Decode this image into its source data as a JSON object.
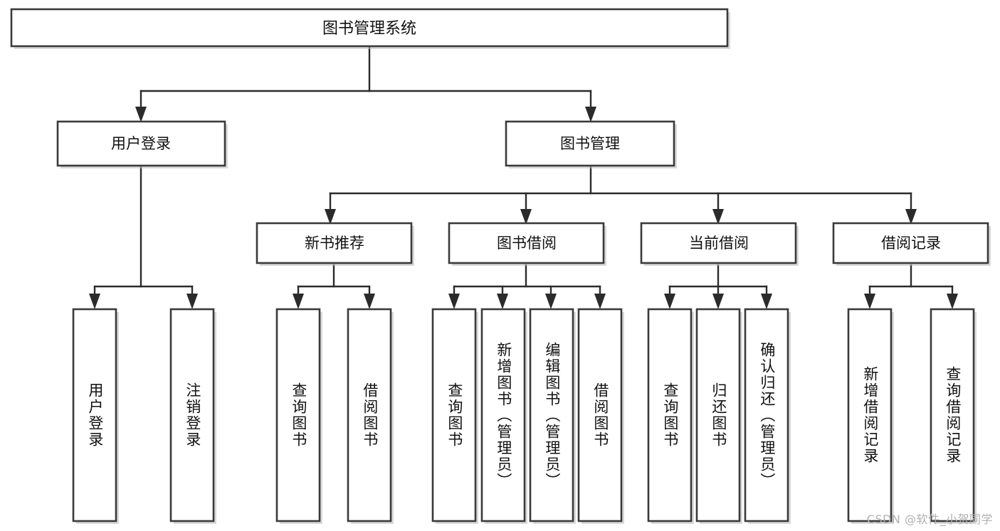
{
  "diagram": {
    "title": "图书管理系统",
    "type": "tree-hierarchy",
    "watermark": "CSDN @软件_小贺同学",
    "colors": {
      "box_border": "#3a3a3a",
      "box_fill": "#ffffff",
      "edge": "#2b2b2b",
      "text": "#111111",
      "watermark": "#b0b0b0",
      "background": "#ffffff"
    },
    "levels": {
      "root": {
        "label": "图书管理系统"
      },
      "level2": [
        {
          "label": "用户登录"
        },
        {
          "label": "图书管理"
        }
      ],
      "level3": [
        {
          "label": "新书推荐"
        },
        {
          "label": "图书借阅"
        },
        {
          "label": "当前借阅"
        },
        {
          "label": "借阅记录"
        }
      ],
      "leaves": {
        "user_login": [
          {
            "label": "用户登录"
          },
          {
            "label": "注销登录"
          }
        ],
        "new_book_recommend": [
          {
            "label": "查询图书"
          },
          {
            "label": "借阅图书"
          }
        ],
        "book_borrow": [
          {
            "label": "查询图书"
          },
          {
            "label": "新增图书（管理员）"
          },
          {
            "label": "编辑图书（管理员）"
          },
          {
            "label": "借阅图书"
          }
        ],
        "current_borrow": [
          {
            "label": "查询图书"
          },
          {
            "label": "归还图书"
          },
          {
            "label": "确认归还（管理员）"
          }
        ],
        "borrow_record": [
          {
            "label": "新增借阅记录"
          },
          {
            "label": "查询借阅记录"
          }
        ]
      }
    }
  }
}
